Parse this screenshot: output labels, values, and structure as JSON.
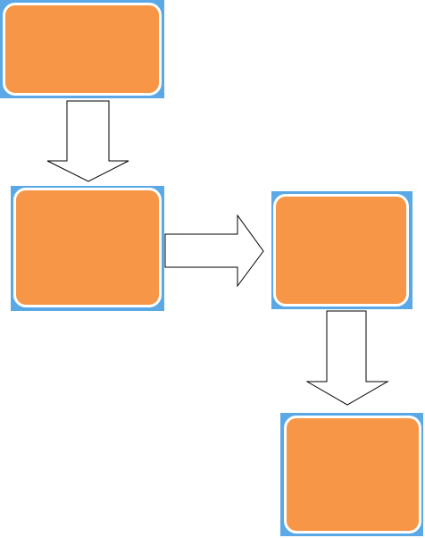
{
  "diagram": {
    "node_fill": "#f79646",
    "node_border": "#ffffff",
    "node_shadow": "#5aa9e6",
    "arrow_fill": "#ffffff",
    "arrow_stroke": "#000000",
    "nodes": [
      {
        "id": "step-1",
        "label": ""
      },
      {
        "id": "step-2",
        "label": ""
      },
      {
        "id": "step-3",
        "label": ""
      },
      {
        "id": "step-4",
        "label": ""
      }
    ],
    "connectors": [
      {
        "from": "step-1",
        "to": "step-2",
        "direction": "down"
      },
      {
        "from": "step-2",
        "to": "step-3",
        "direction": "right"
      },
      {
        "from": "step-3",
        "to": "step-4",
        "direction": "down"
      }
    ]
  }
}
